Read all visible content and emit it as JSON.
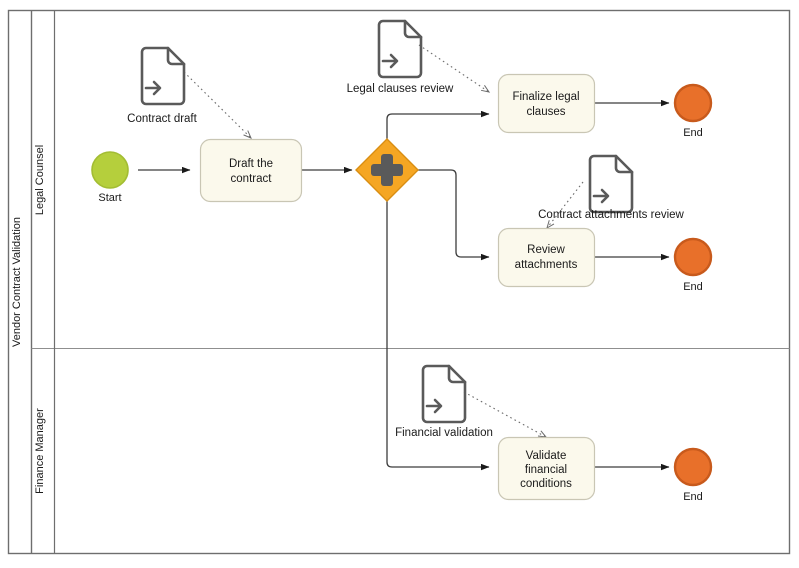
{
  "diagram": {
    "type": "bpmn-process-diagram",
    "pool": {
      "name": "Vendor Contract Validation"
    },
    "lanes": [
      {
        "id": "lane-legal",
        "name": "Legal Counsel"
      },
      {
        "id": "lane-finance",
        "name": "Finance Manager"
      }
    ],
    "colors": {
      "start_event_fill": "#b5cf3c",
      "start_event_stroke": "#a3bd33",
      "end_event_fill": "#e8702a",
      "end_event_stroke": "#c85a1c",
      "gateway_fill": "#f5a623",
      "gateway_stroke": "#d98e12",
      "gateway_symbol": "#5a5a5a",
      "task_fill": "#fbf9ec",
      "task_stroke": "#c9c6b4",
      "data_object_stroke": "#5a5a5a",
      "flow_stroke": "#3c3c3c",
      "lane_stroke": "#7a7a7a",
      "association_stroke": "#6b6b6b",
      "text": "#1a1a1a"
    },
    "events": [
      {
        "id": "start-1",
        "kind": "start",
        "label": "Start",
        "lane": "lane-legal"
      },
      {
        "id": "end-1",
        "kind": "end",
        "label": "End",
        "lane": "lane-legal"
      },
      {
        "id": "end-2",
        "kind": "end",
        "label": "End",
        "lane": "lane-legal"
      },
      {
        "id": "end-3",
        "kind": "end",
        "label": "End",
        "lane": "lane-finance"
      }
    ],
    "tasks": [
      {
        "id": "task-draft",
        "label_line1": "Draft the",
        "label_line2": "contract",
        "lane": "lane-legal"
      },
      {
        "id": "task-finalize",
        "label_line1": "Finalize legal",
        "label_line2": "clauses",
        "lane": "lane-legal"
      },
      {
        "id": "task-review",
        "label_line1": "Review",
        "label_line2": "attachments",
        "lane": "lane-legal"
      },
      {
        "id": "task-validate",
        "label_line1": "Validate",
        "label_line2": "financial",
        "label_line3": "conditions",
        "lane": "lane-finance"
      }
    ],
    "gateways": [
      {
        "id": "gw-parallel",
        "kind": "parallel",
        "symbol": "plus",
        "label": "",
        "lane": "lane-legal"
      }
    ],
    "data_objects": [
      {
        "id": "data-contract-draft",
        "label": "Contract draft",
        "lane": "lane-legal"
      },
      {
        "id": "data-legal-clauses",
        "label": "Legal clauses review",
        "lane": "lane-legal"
      },
      {
        "id": "data-contract-attachments",
        "label": "Contract attachments review",
        "lane": "lane-legal"
      },
      {
        "id": "data-financial-validation",
        "label": "Financial validation",
        "lane": "lane-finance"
      }
    ],
    "sequence_flows": [
      {
        "from": "start-1",
        "to": "task-draft"
      },
      {
        "from": "task-draft",
        "to": "gw-parallel"
      },
      {
        "from": "gw-parallel",
        "to": "task-finalize"
      },
      {
        "from": "gw-parallel",
        "to": "task-review"
      },
      {
        "from": "gw-parallel",
        "to": "task-validate"
      },
      {
        "from": "task-finalize",
        "to": "end-1"
      },
      {
        "from": "task-review",
        "to": "end-2"
      },
      {
        "from": "task-validate",
        "to": "end-3"
      }
    ],
    "associations": [
      {
        "from": "data-contract-draft",
        "to": "task-draft"
      },
      {
        "from": "data-legal-clauses",
        "to": "task-finalize"
      },
      {
        "from": "data-contract-attachments",
        "to": "task-review"
      },
      {
        "from": "data-financial-validation",
        "to": "task-validate"
      }
    ]
  }
}
